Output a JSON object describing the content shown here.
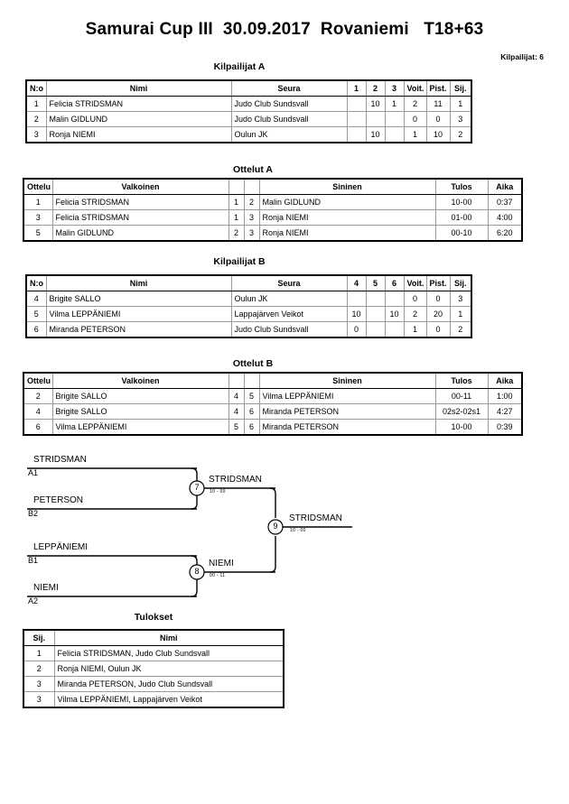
{
  "header": {
    "title": "Samurai Cup III  30.09.2017  Rovaniemi   T18+63",
    "entrants_label": "Kilpailijat: 6"
  },
  "group_a": {
    "caption": "Kilpailijat A",
    "columns": {
      "no": "N:o",
      "name": "Nimi",
      "club": "Seura",
      "m1": "1",
      "m2": "2",
      "m3": "3",
      "wins": "Voit.",
      "points": "Pist.",
      "rank": "Sij."
    },
    "rows": [
      {
        "no": "1",
        "name": "Felicia STRIDSMAN",
        "club": "Judo Club Sundsvall",
        "m1": "",
        "m2": "10",
        "m3": "1",
        "wins": "2",
        "points": "11",
        "rank": "1"
      },
      {
        "no": "2",
        "name": "Malin GIDLUND",
        "club": "Judo Club Sundsvall",
        "m1": "",
        "m2": "",
        "m3": "",
        "wins": "0",
        "points": "0",
        "rank": "3"
      },
      {
        "no": "3",
        "name": "Ronja NIEMI",
        "club": "Oulun JK",
        "m1": "",
        "m2": "10",
        "m3": "",
        "wins": "1",
        "points": "10",
        "rank": "2"
      }
    ]
  },
  "matches_a": {
    "caption": "Ottelut A",
    "columns": {
      "num": "Ottelu",
      "white": "Valkoinen",
      "sw": "",
      "sb": "",
      "blue": "Sininen",
      "result": "Tulos",
      "time": "Aika"
    },
    "rows": [
      {
        "num": "1",
        "white": "Felicia STRIDSMAN",
        "sw": "1",
        "sb": "2",
        "blue": "Malin GIDLUND",
        "result": "10-00",
        "time": "0:37"
      },
      {
        "num": "3",
        "white": "Felicia STRIDSMAN",
        "sw": "1",
        "sb": "3",
        "blue": "Ronja NIEMI",
        "result": "01-00",
        "time": "4:00"
      },
      {
        "num": "5",
        "white": "Malin GIDLUND",
        "sw": "2",
        "sb": "3",
        "blue": "Ronja NIEMI",
        "result": "00-10",
        "time": "6:20"
      }
    ]
  },
  "group_b": {
    "caption": "Kilpailijat B",
    "columns": {
      "no": "N:o",
      "name": "Nimi",
      "club": "Seura",
      "m1": "4",
      "m2": "5",
      "m3": "6",
      "wins": "Voit.",
      "points": "Pist.",
      "rank": "Sij."
    },
    "rows": [
      {
        "no": "4",
        "name": "Brigite SALLO",
        "club": "Oulun JK",
        "m1": "",
        "m2": "",
        "m3": "",
        "wins": "0",
        "points": "0",
        "rank": "3"
      },
      {
        "no": "5",
        "name": "Vilma LEPPÄNIEMI",
        "club": "Lappajärven Veikot",
        "m1": "10",
        "m2": "",
        "m3": "10",
        "wins": "2",
        "points": "20",
        "rank": "1"
      },
      {
        "no": "6",
        "name": "Miranda PETERSON",
        "club": "Judo Club Sundsvall",
        "m1": "0",
        "m2": "",
        "m3": "",
        "wins": "1",
        "points": "0",
        "rank": "2"
      }
    ]
  },
  "matches_b": {
    "caption": "Ottelut B",
    "columns": {
      "num": "Ottelu",
      "white": "Valkoinen",
      "sw": "",
      "sb": "",
      "blue": "Sininen",
      "result": "Tulos",
      "time": "Aika"
    },
    "rows": [
      {
        "num": "2",
        "white": "Brigite SALLO",
        "sw": "4",
        "sb": "5",
        "blue": "Vilma LEPPÄNIEMI",
        "result": "00-11",
        "time": "1:00"
      },
      {
        "num": "4",
        "white": "Brigite SALLO",
        "sw": "4",
        "sb": "6",
        "blue": "Miranda PETERSON",
        "result": "02s2-02s1",
        "time": "4:27"
      },
      {
        "num": "6",
        "white": "Vilma LEPPÄNIEMI",
        "sw": "5",
        "sb": "6",
        "blue": "Miranda PETERSON",
        "result": "10-00",
        "time": "0:39"
      }
    ]
  },
  "bracket": {
    "entries": [
      {
        "name": "STRIDSMAN",
        "seed": "A1"
      },
      {
        "name": "PETERSON",
        "seed": "B2"
      },
      {
        "name": "LEPPÄNIEMI",
        "seed": "B1"
      },
      {
        "name": "NIEMI",
        "seed": "A2"
      }
    ],
    "semifinal_1": {
      "number": "7",
      "winner": "STRIDSMAN",
      "score": "10 - 00"
    },
    "semifinal_2": {
      "number": "8",
      "winner": "NIEMI",
      "score": "00 - 11"
    },
    "final": {
      "number": "9",
      "winner": "STRIDSMAN",
      "score": "10 - 00"
    }
  },
  "results": {
    "caption": "Tulokset",
    "columns": {
      "rank": "Sij.",
      "name": "Nimi"
    },
    "rows": [
      {
        "rank": "1",
        "name": "Felicia STRIDSMAN, Judo Club Sundsvall"
      },
      {
        "rank": "2",
        "name": "Ronja NIEMI, Oulun JK"
      },
      {
        "rank": "3",
        "name": "Miranda PETERSON, Judo Club Sundsvall"
      },
      {
        "rank": "3",
        "name": "Vilma LEPPÄNIEMI, Lappajärven Veikot"
      }
    ]
  }
}
